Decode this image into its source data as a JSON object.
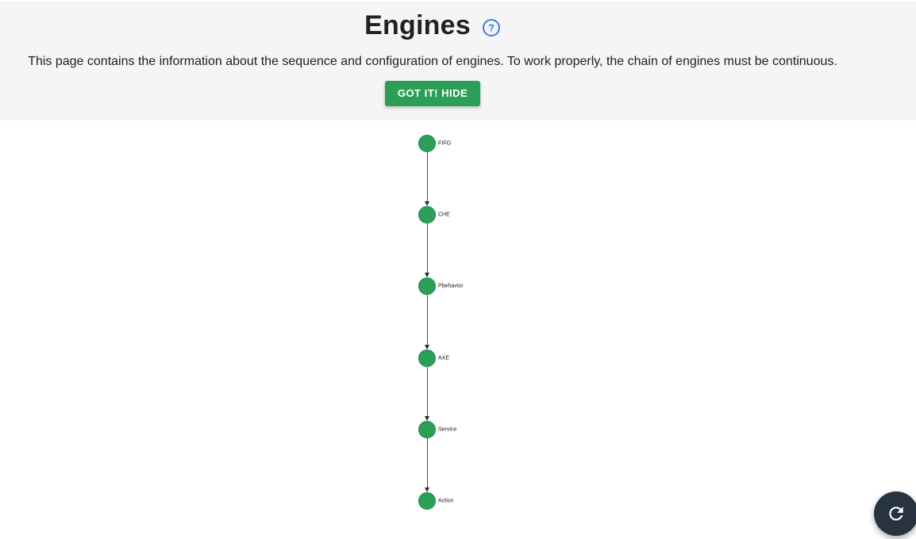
{
  "page": {
    "title": "Engines",
    "description": "This page contains the information about the sequence and configuration of engines. To work properly, the chain of engines must be continuous.",
    "hide_button_label": "GOT IT! HIDE"
  },
  "icons": {
    "help": "help-circle-icon",
    "refresh": "refresh-icon",
    "help_glyph": "?"
  },
  "colors": {
    "primary_green": "#2b9e58",
    "header_bg": "#f5f5f5",
    "fab_bg": "#273440",
    "help_blue": "#3d7fd9",
    "edge": "#4d4d4d"
  },
  "engines_chain": {
    "nodes": [
      {
        "label": "FIFO"
      },
      {
        "label": "CHE"
      },
      {
        "label": "Pbehavior"
      },
      {
        "label": "AXE"
      },
      {
        "label": "Service"
      },
      {
        "label": "Action"
      }
    ]
  }
}
